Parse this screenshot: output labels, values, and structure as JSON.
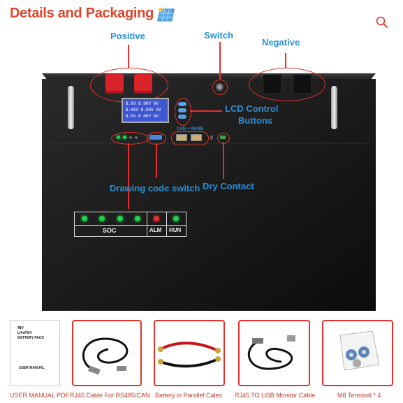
{
  "header": {
    "title": "Details and Packaging"
  },
  "callouts": {
    "positive": "Positive",
    "switch": "Switch",
    "negative": "Negative",
    "lcd_line1": "LCD Control",
    "lcd_line2": "Buttons",
    "drawing_code_switch": "Drawing code switch",
    "dry_contact": "Dry Contact"
  },
  "battery": {
    "port_label": "CAN + RS485",
    "lcd_lines": [
      "8.0V 8.00V 0V",
      "8.00V 0.00V 0V",
      "8.0V 0.00V 0V"
    ],
    "indicator_labels": {
      "soc": "SOC",
      "alm": "ALM",
      "run": "RUN"
    },
    "soc_leds": 4
  },
  "accessories": [
    {
      "caption": "USER MANUAL PDF",
      "icon": "manual-icon",
      "doc_lines": [
        "48V",
        "LiFePO4",
        "BATTERY PACK"
      ],
      "doc_footer": "USER MANUAL"
    },
    {
      "caption": "RJ45 Cable For RS485/CAN",
      "icon": "rj45-cable-icon"
    },
    {
      "caption": "Battery in Parallel Cales",
      "icon": "parallel-cables-icon"
    },
    {
      "caption": "RJ45 TO USB Monitor Cable",
      "icon": "usb-cable-icon"
    },
    {
      "caption": "M8 Terminal * 4",
      "icon": "terminal-icon"
    }
  ],
  "colors": {
    "accent": "#e0452b",
    "callout": "#2a8fd6",
    "battery": "#141414"
  }
}
